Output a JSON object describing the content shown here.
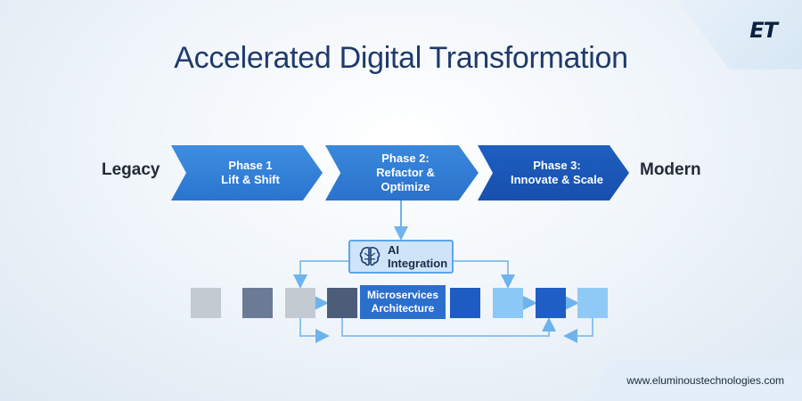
{
  "brand": {
    "logo_text": "ET",
    "website": "www.eluminoustechnologies.com"
  },
  "title": "Accelerated Digital Transformation",
  "start_label": "Legacy",
  "end_label": "Modern",
  "phases": [
    {
      "label": "Phase 1\nLift & Shift"
    },
    {
      "label": "Phase 2:\nRefactor &\nOptimize"
    },
    {
      "label": "Phase 3:\nInnovate & Scale"
    }
  ],
  "ai_integration": {
    "label": "AI\nIntegration",
    "icon": "brain-icon"
  },
  "microservices": {
    "label": "Microservices\nArchitecture"
  },
  "colors": {
    "title": "#1f3a6b",
    "phase_blue": "#2a74cf",
    "phase_dark_blue": "#184fae",
    "ai_box_fill": "#cfe4f8",
    "connector": "#8cc4f2"
  },
  "blocks": [
    {
      "color": "#c3cad2"
    },
    {
      "color": "#6a7c95"
    },
    {
      "color": "#c3cad2"
    },
    {
      "color": "#4b5d78"
    },
    {
      "color": "#1e5cc1"
    },
    {
      "color": "#8cc8f6"
    },
    {
      "color": "#1f5ec4"
    },
    {
      "color": "#8fcaf6"
    }
  ]
}
